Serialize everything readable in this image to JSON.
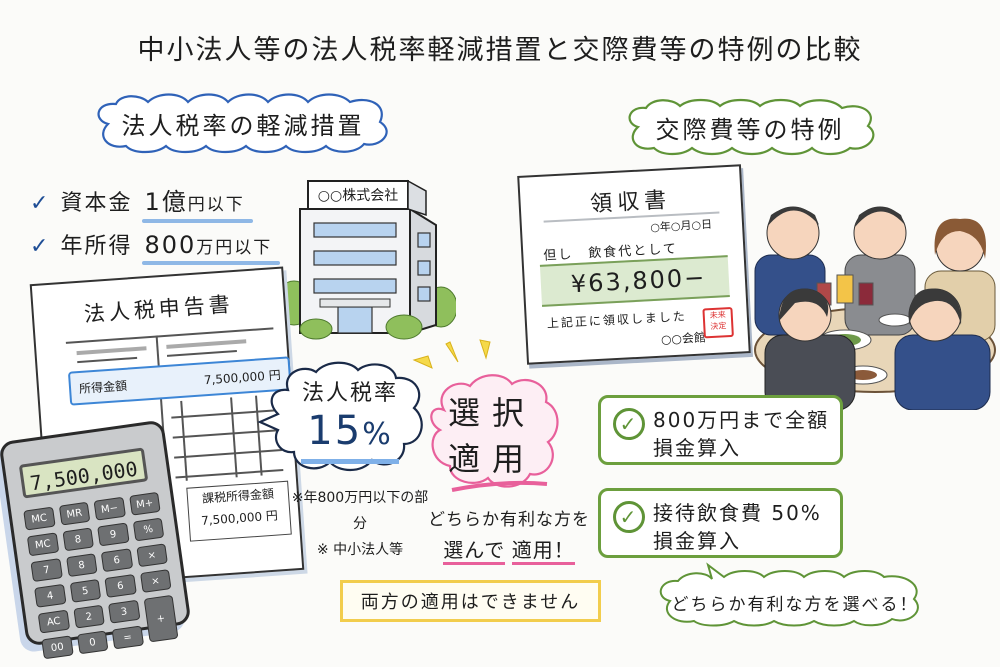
{
  "title": "中小法人等の法人税率軽減措置と交際費等の特例の比較",
  "left_section": {
    "heading": "法人税率の軽減措置",
    "heading_outline_color": "#2f62b8",
    "conditions": [
      {
        "check_icon": "checkmark-icon",
        "label": "資本金",
        "value": "1億",
        "unit": "円以下"
      },
      {
        "check_icon": "checkmark-icon",
        "label": "年所得",
        "value": "800",
        "unit": "万円以下"
      }
    ],
    "building_sign": "○○株式会社",
    "tax_form": {
      "title": "法人税申告書",
      "income_label": "所得金額",
      "income_value": "7,500,000 円",
      "taxable_label": "課税所得金額",
      "taxable_value": "7,500,000 円"
    },
    "calculator": {
      "display": "7,500,000",
      "keys": [
        "MC",
        "MR",
        "M−",
        "M+",
        "MC",
        "8",
        "9",
        "%",
        "7",
        "8",
        "6",
        "×",
        "4",
        "5",
        "6",
        "×",
        "AC",
        "2",
        "3",
        "+",
        "00",
        "0",
        "="
      ]
    },
    "rate_bubble": {
      "label": "法人税率",
      "value": "15",
      "unit": "%"
    },
    "notes": [
      "※年800万円以下の部分",
      "※ 中小法人等"
    ]
  },
  "center": {
    "selection_bubble": [
      "選択",
      "適用"
    ],
    "selection_outline_color": "#e8609b",
    "choose_line1": "どちらか有利な方を",
    "choose_line2_a": "選んで",
    "choose_line2_b": "適用！",
    "warning": "両方の適用はできません",
    "warning_border_color": "#f2cd4d"
  },
  "right_section": {
    "heading": "交際費等の特例",
    "heading_outline_color": "#5f9437",
    "receipt": {
      "title": "領収書",
      "date": "○年○月○日",
      "purpose": "但し　飲食代として",
      "amount": "¥63,800−",
      "received": "上記正に領収しました",
      "venue": "○○会館",
      "stamp": "未来\n決定"
    },
    "benefits": [
      {
        "line1": "800万円まで全額",
        "line2": "損金算入"
      },
      {
        "line1": "接待飲食費 50%",
        "line2": "損金算入"
      }
    ],
    "advice": "どちらか有利な方を選べる！"
  }
}
